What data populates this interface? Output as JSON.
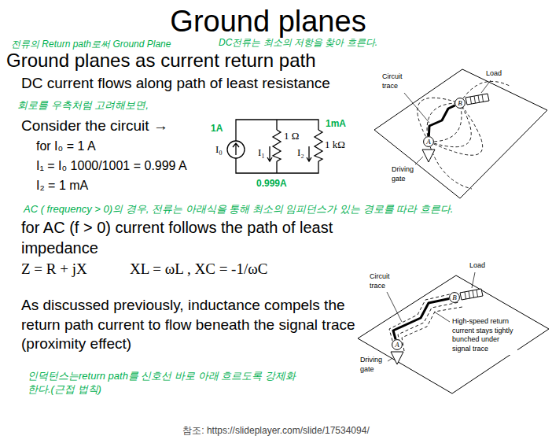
{
  "diagram": {
    "title": "Ground planes",
    "caption": "참조: https://slideplayer.com/slide/17534094/",
    "nodes": [
      {
        "text": [
          "B"
        ]
      },
      {
        "text": [
          "A"
        ]
      },
      {
        "text": [
          "B"
        ]
      },
      {
        "text": [
          "A"
        ]
      }
    ],
    "edges": [
      {
        "from": 1,
        "to": 0,
        "arrow": "none"
      },
      {
        "from": 3,
        "to": 2,
        "arrow": "none"
      }
    ],
    "labels": [
      "전류의 Return path로써 Ground Plane",
      "DC전류는 최소의 저항을 찾아 흐른다.",
      "Ground planes as current return path",
      "DC current flows along path of least resistance",
      "회로를 우측처럼 고려해보면,",
      "Consider the circuit →",
      "for I₀ = 1 A",
      "I₁ = I₀ 1000/1001 = 0.999 A",
      "I₂ = 1 mA",
      "1A",
      "I₀",
      "1 Ω",
      "I₁",
      "1 kΩ",
      "I₂",
      "1mA",
      "0.999A",
      "Circuit trace",
      "Load",
      "Driving gate",
      "AC ( frequency > 0)의 경우, 전류는 아래식을 통해 최소의 임피던스가 있는 경로를 따라 흐른다.",
      "for AC (f > 0) current follows the path of least impedance",
      "Z = R + jX",
      "XL = ωL , XC = -1/ωC",
      "As discussed previously, inductance compels the return path current to flow beneath the signal trace (proximity effect)",
      "인덕턴스는return path를 신호선 바로 아래 흐르도록 강제화 한다.(근접 법칙)",
      "Circuit trace",
      "Load",
      "High-speed return current stays tightly bunched under signal trace",
      "Driving gate"
    ]
  }
}
